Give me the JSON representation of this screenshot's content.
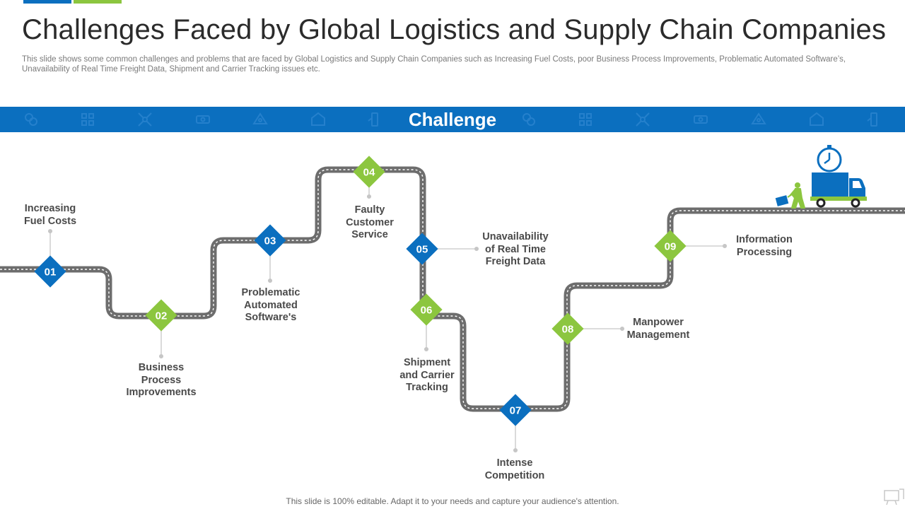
{
  "title": "Challenges Faced by Global Logistics and Supply Chain Companies",
  "subtitle": "This slide shows some common challenges and problems that are faced by Global Logistics and Supply Chain Companies such as Increasing Fuel Costs, poor Business Process Improvements, Problematic Automated Software’s, Unavailability of Real Time Freight Data, Shipment and Carrier Tracking issues etc.",
  "banner": {
    "label": "Challenge"
  },
  "colors": {
    "blue": "#0b6fbf",
    "green": "#8cc63f",
    "road": "#6d6d6d",
    "text": "#4a4a4a"
  },
  "steps": [
    {
      "number": "01",
      "lines": [
        "Increasing",
        "Fuel Costs"
      ],
      "color": "blue"
    },
    {
      "number": "02",
      "lines": [
        "Business",
        "Process",
        "Improvements"
      ],
      "color": "green"
    },
    {
      "number": "03",
      "lines": [
        "Problematic",
        "Automated",
        "Software's"
      ],
      "color": "blue"
    },
    {
      "number": "04",
      "lines": [
        "Faulty",
        "Customer",
        "Service"
      ],
      "color": "green"
    },
    {
      "number": "05",
      "lines": [
        "Unavailability",
        "of Real Time",
        "Freight Data"
      ],
      "color": "blue"
    },
    {
      "number": "06",
      "lines": [
        "Shipment",
        "and Carrier",
        "Tracking"
      ],
      "color": "green"
    },
    {
      "number": "07",
      "lines": [
        "Intense",
        "Competition"
      ],
      "color": "blue"
    },
    {
      "number": "08",
      "lines": [
        "Manpower",
        "Management"
      ],
      "color": "green"
    },
    {
      "number": "09",
      "lines": [
        "Information",
        "Processing"
      ],
      "color": "green"
    }
  ],
  "icons": [
    "truck-icon",
    "clock-icon",
    "worker-with-trolley-icon",
    "present-icon"
  ],
  "footer": "This slide is 100% editable. Adapt it to your needs and capture your audience's attention."
}
